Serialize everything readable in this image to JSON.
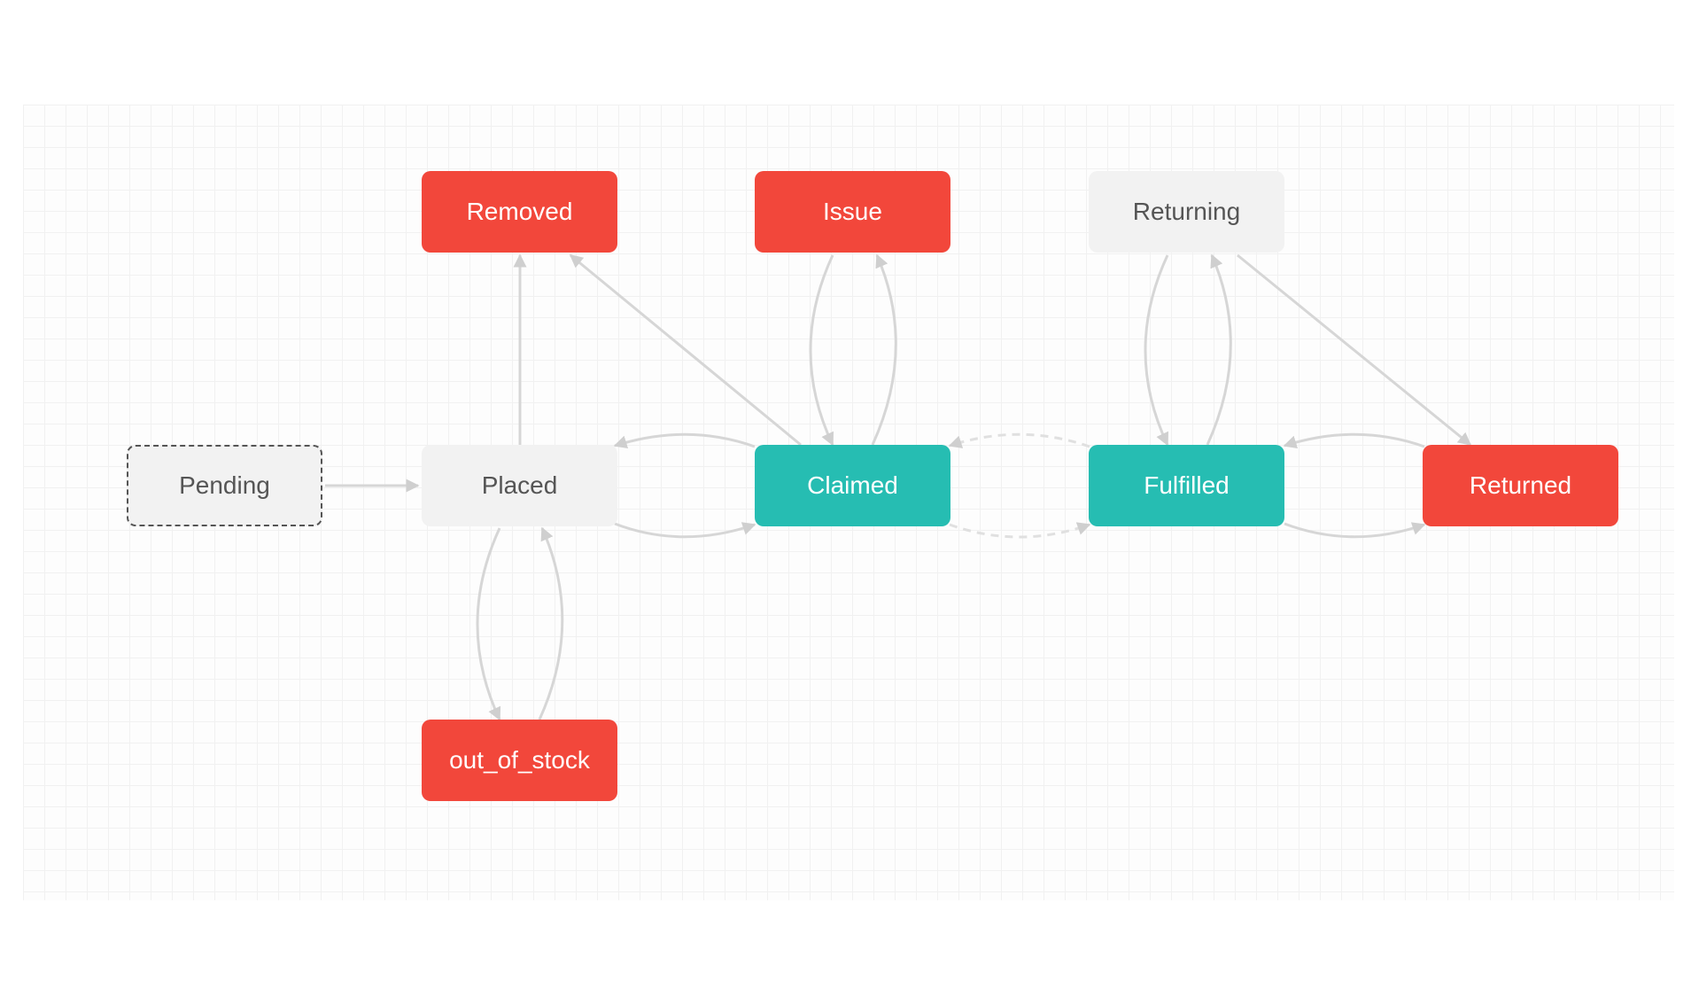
{
  "diagram": {
    "nodes": {
      "pending": {
        "label": "Pending",
        "style": "dashed-grey"
      },
      "placed": {
        "label": "Placed",
        "style": "grey"
      },
      "claimed": {
        "label": "Claimed",
        "style": "teal"
      },
      "fulfilled": {
        "label": "Fulfilled",
        "style": "teal"
      },
      "returned": {
        "label": "Returned",
        "style": "red"
      },
      "removed": {
        "label": "Removed",
        "style": "red"
      },
      "issue": {
        "label": "Issue",
        "style": "red"
      },
      "returning": {
        "label": "Returning",
        "style": "grey"
      },
      "out_of_stock": {
        "label": "out_of_stock",
        "style": "red"
      }
    },
    "edges": [
      {
        "from": "Pending",
        "to": "Placed",
        "style": "solid"
      },
      {
        "from": "Placed",
        "to": "Removed",
        "style": "solid"
      },
      {
        "from": "Claimed",
        "to": "Removed",
        "style": "solid"
      },
      {
        "from": "Placed",
        "to": "Claimed",
        "style": "solid"
      },
      {
        "from": "Claimed",
        "to": "Placed",
        "style": "solid"
      },
      {
        "from": "Claimed",
        "to": "Issue",
        "style": "solid"
      },
      {
        "from": "Issue",
        "to": "Claimed",
        "style": "solid"
      },
      {
        "from": "Claimed",
        "to": "Fulfilled",
        "style": "dashed"
      },
      {
        "from": "Fulfilled",
        "to": "Claimed",
        "style": "dashed"
      },
      {
        "from": "Fulfilled",
        "to": "Returning",
        "style": "solid"
      },
      {
        "from": "Returning",
        "to": "Fulfilled",
        "style": "solid"
      },
      {
        "from": "Returning",
        "to": "Returned",
        "style": "solid"
      },
      {
        "from": "Fulfilled",
        "to": "Returned",
        "style": "solid"
      },
      {
        "from": "Returned",
        "to": "Fulfilled",
        "style": "solid"
      },
      {
        "from": "Placed",
        "to": "out_of_stock",
        "style": "solid"
      },
      {
        "from": "out_of_stock",
        "to": "Placed",
        "style": "solid"
      }
    ],
    "colors": {
      "red": "#f2473b",
      "teal": "#26bdb2",
      "grey": "#f2f2f2",
      "edge": "#d6d6d6"
    }
  }
}
